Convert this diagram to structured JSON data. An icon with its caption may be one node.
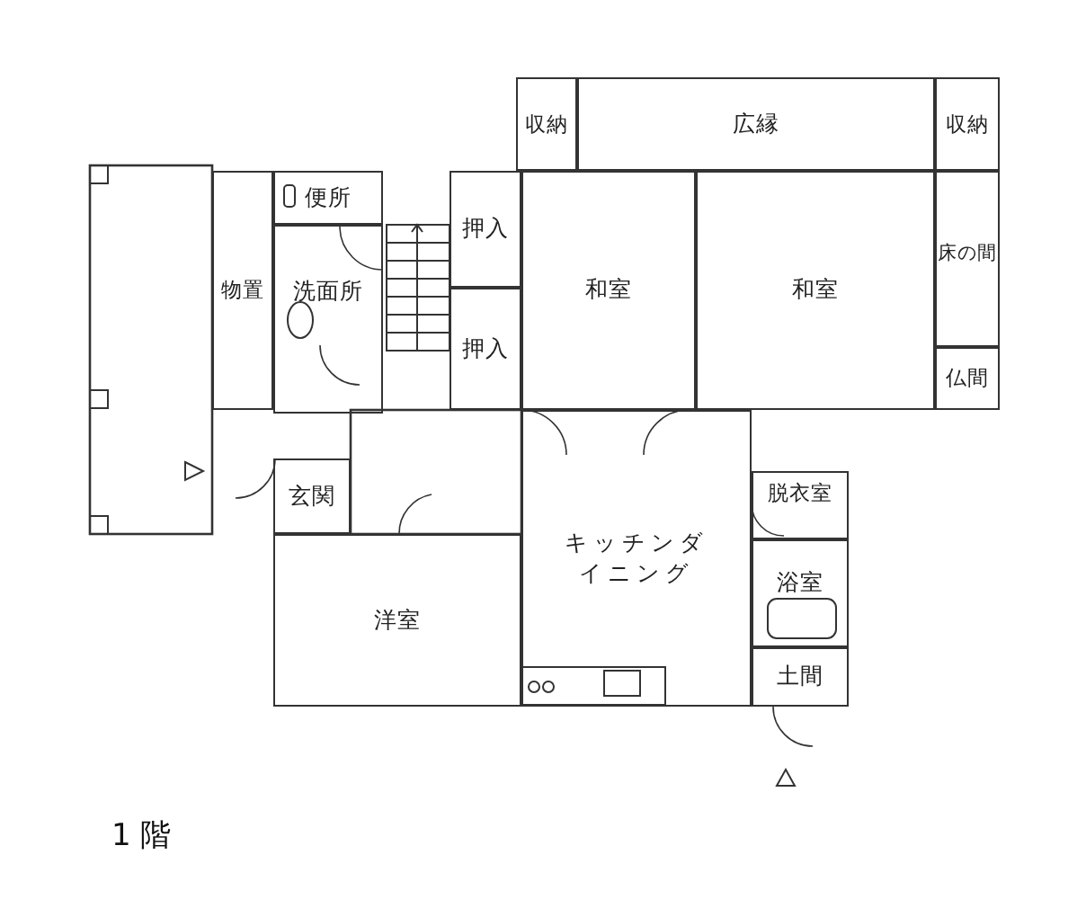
{
  "diagram": {
    "caption": "1 階",
    "nodes": [
      {
        "text": [
          "収納"
        ]
      },
      {
        "text": [
          "広縁"
        ]
      },
      {
        "text": [
          "収納"
        ]
      },
      {
        "text": [
          "便所"
        ]
      },
      {
        "text": [
          "押入"
        ]
      },
      {
        "text": [
          "和室"
        ]
      },
      {
        "text": [
          "和室"
        ]
      },
      {
        "text": [
          "床の間"
        ]
      },
      {
        "text": [
          "物置"
        ]
      },
      {
        "text": [
          "洗面所"
        ]
      },
      {
        "text": [
          "押入"
        ]
      },
      {
        "text": [
          "仏間"
        ]
      },
      {
        "text": [
          "玄関"
        ]
      },
      {
        "text": [
          "脱衣室"
        ]
      },
      {
        "text": [
          "キッチンダイニング"
        ]
      },
      {
        "text": [
          "洋室"
        ]
      },
      {
        "text": [
          "浴室"
        ]
      },
      {
        "text": [
          "土間"
        ]
      }
    ],
    "edges": []
  }
}
